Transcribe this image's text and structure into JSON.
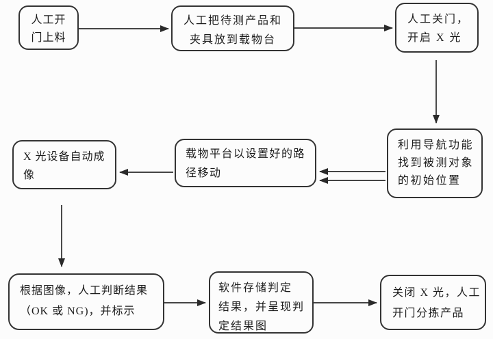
{
  "style": {
    "background": "#fcfcfc",
    "box_border_color": "#333333",
    "text_color": "#1c1c1c",
    "arrow_color": "#2a2a2a"
  },
  "flowchart": {
    "type": "flowchart",
    "nodes": [
      {
        "id": "manual-open-door-load",
        "lines": [
          "人工开",
          "门上料"
        ]
      },
      {
        "id": "place-product-fixture",
        "lines": [
          "人工把待测产品和",
          "夹具放到载物台"
        ]
      },
      {
        "id": "close-door-start-xray",
        "lines": [
          "人工关门，",
          "开启 X 光"
        ]
      },
      {
        "id": "navigate-initial-position",
        "lines": [
          "利用导航功能",
          "找到被测对象",
          "的初始位置"
        ]
      },
      {
        "id": "stage-move-path",
        "lines": [
          "载物平台以设置好的路",
          "径移动"
        ]
      },
      {
        "id": "xray-auto-imaging",
        "lines": [
          "X 光设备自动成",
          "像"
        ]
      },
      {
        "id": "manual-judge-result",
        "lines": [
          "根据图像，人工判断结果",
          "（OK 或 NG)，并标示"
        ]
      },
      {
        "id": "software-store-result",
        "lines": [
          "软件存储判定",
          "结果，并呈现判",
          "定结果图"
        ]
      },
      {
        "id": "close-xray-sort-product",
        "lines": [
          "关闭 X 光，人工",
          "开门分拣产品"
        ]
      }
    ],
    "edges": [
      {
        "from": "manual-open-door-load",
        "to": "place-product-fixture"
      },
      {
        "from": "place-product-fixture",
        "to": "close-door-start-xray"
      },
      {
        "from": "close-door-start-xray",
        "to": "navigate-initial-position"
      },
      {
        "from": "navigate-initial-position",
        "to": "stage-move-path",
        "note": "double-arrow"
      },
      {
        "from": "stage-move-path",
        "to": "xray-auto-imaging"
      },
      {
        "from": "xray-auto-imaging",
        "to": "manual-judge-result"
      },
      {
        "from": "manual-judge-result",
        "to": "software-store-result"
      },
      {
        "from": "software-store-result",
        "to": "close-xray-sort-product"
      }
    ]
  }
}
